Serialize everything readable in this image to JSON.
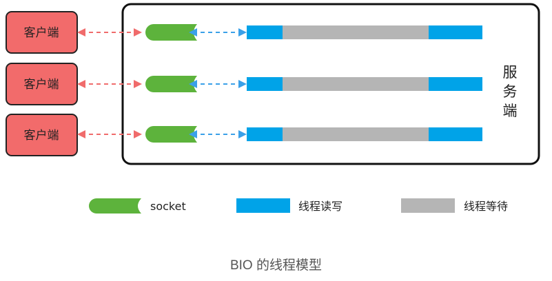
{
  "clients": [
    {
      "label": "客户端"
    },
    {
      "label": "客户端"
    },
    {
      "label": "客户端"
    }
  ],
  "server": {
    "label_chars": [
      "服",
      "务",
      "端"
    ]
  },
  "legend": {
    "socket": "socket",
    "thread_rw": "线程读写",
    "thread_wait": "线程等待"
  },
  "caption": "BIO 的线程模型",
  "colors": {
    "client_fill": "#f26b6b",
    "client_stroke": "#222222",
    "socket_green": "#5db33c",
    "thread_blue": "#00a3e8",
    "thread_gray": "#b5b5b5",
    "client_arrow": "#f06b6b",
    "socket_arrow": "#3aa0e8"
  }
}
